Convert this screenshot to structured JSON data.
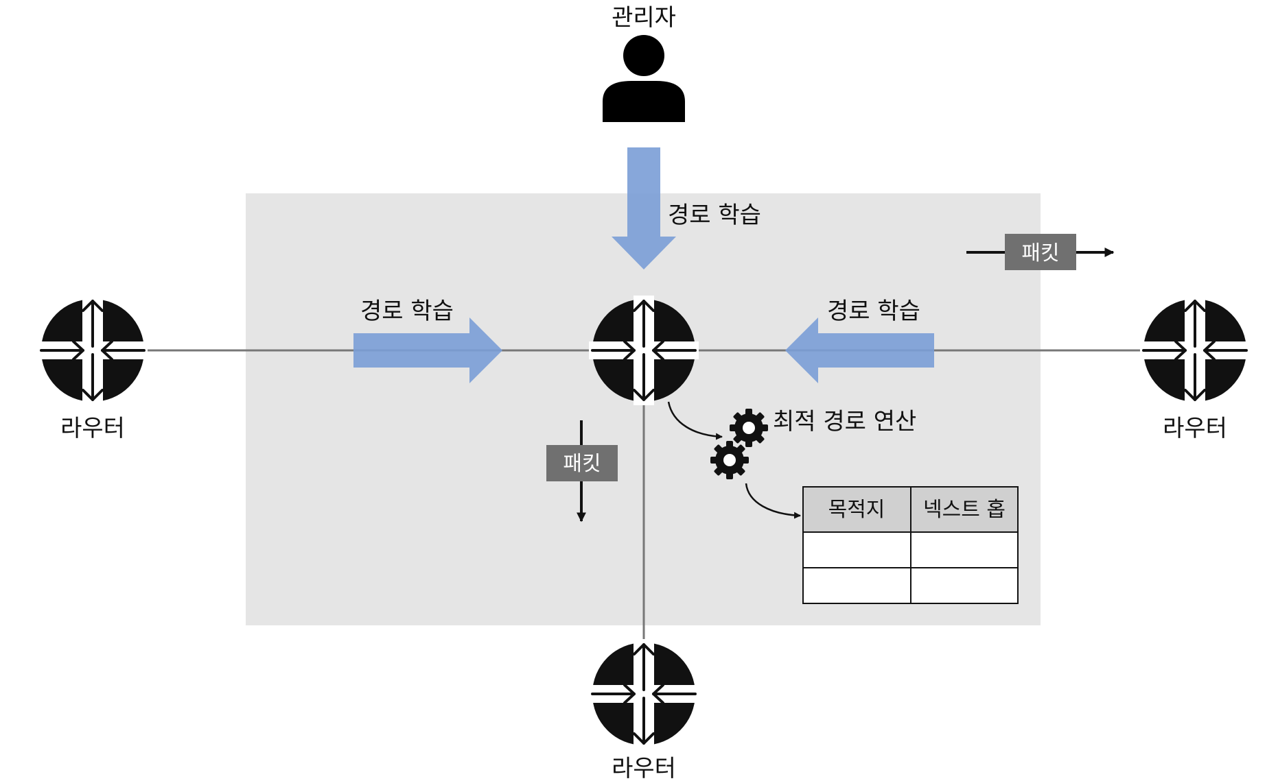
{
  "admin": {
    "label": "관리자",
    "icon": "person-icon"
  },
  "route_learning_top": "경로 학습",
  "route_learning_left": "경로 학습",
  "route_learning_right": "경로 학습",
  "routers": {
    "left_label": "라우터",
    "right_label": "라우터",
    "bottom_label": "라우터",
    "icon": "router-icon"
  },
  "packet_right": "패킷",
  "packet_down": "패킷",
  "optimal_path": "최적 경로 연산",
  "gear_icon": "gear-icon",
  "routing_table": {
    "headers": [
      "목적지",
      "넥스트 홉"
    ],
    "rows": [
      [
        "",
        ""
      ],
      [
        "",
        ""
      ]
    ]
  },
  "colors": {
    "background_box": "#e5e5e5",
    "arrow_blue": "#7a9dd6",
    "tag_fill": "#707070",
    "table_header": "#d0d0d0",
    "line": "#777777"
  }
}
